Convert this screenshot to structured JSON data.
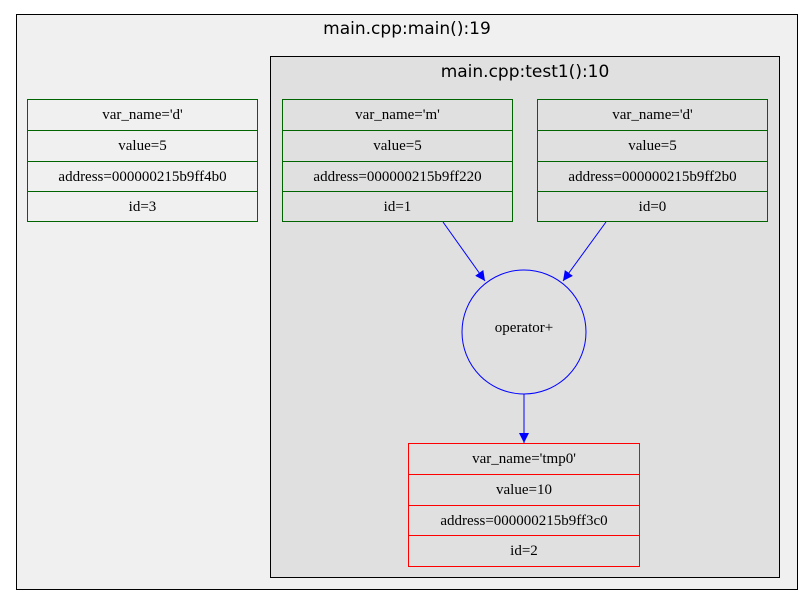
{
  "clusters": {
    "outer_title": "main.cpp:main():19",
    "inner_title": "main.cpp:test1():10"
  },
  "nodes": {
    "d_outer": {
      "var_name": "var_name='d'",
      "value": "value=5",
      "address": "address=000000215b9ff4b0",
      "id": "id=3"
    },
    "m": {
      "var_name": "var_name='m'",
      "value": "value=5",
      "address": "address=000000215b9ff220",
      "id": "id=1"
    },
    "d_inner": {
      "var_name": "var_name='d'",
      "value": "value=5",
      "address": "address=000000215b9ff2b0",
      "id": "id=0"
    },
    "tmp0": {
      "var_name": "var_name='tmp0'",
      "value": "value=10",
      "address": "address=000000215b9ff3c0",
      "id": "id=2"
    },
    "operator": "operator+"
  },
  "colors": {
    "outer_bg": "#f0f0f0",
    "inner_bg": "#e0e0e0",
    "record_border": "#006400",
    "result_border": "#ff0000",
    "edge": "#0000ff"
  }
}
